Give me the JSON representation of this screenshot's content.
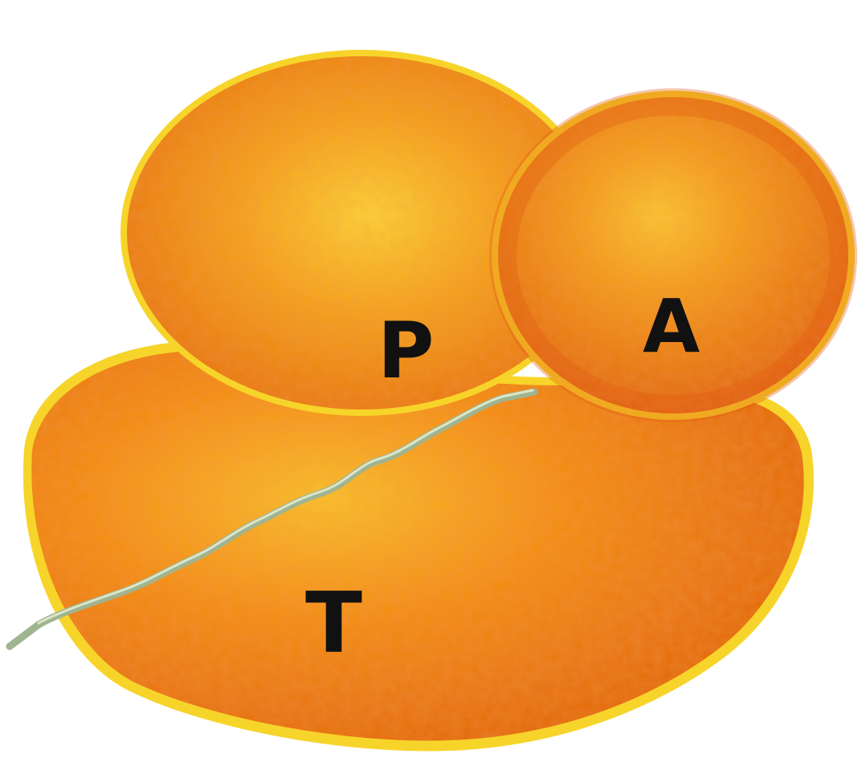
{
  "labels": {
    "p": "P",
    "a": "A",
    "t": "T"
  },
  "colors": {
    "background": "#ffffff",
    "outer_glow": "#f5d21d",
    "orange_dark": "#e2650f",
    "orange_mid": "#f48d18",
    "orange_light": "#f9c02f",
    "wire": "#9fb490",
    "label": "#111111"
  },
  "icons": {
    "stalk": "wire-crack"
  }
}
